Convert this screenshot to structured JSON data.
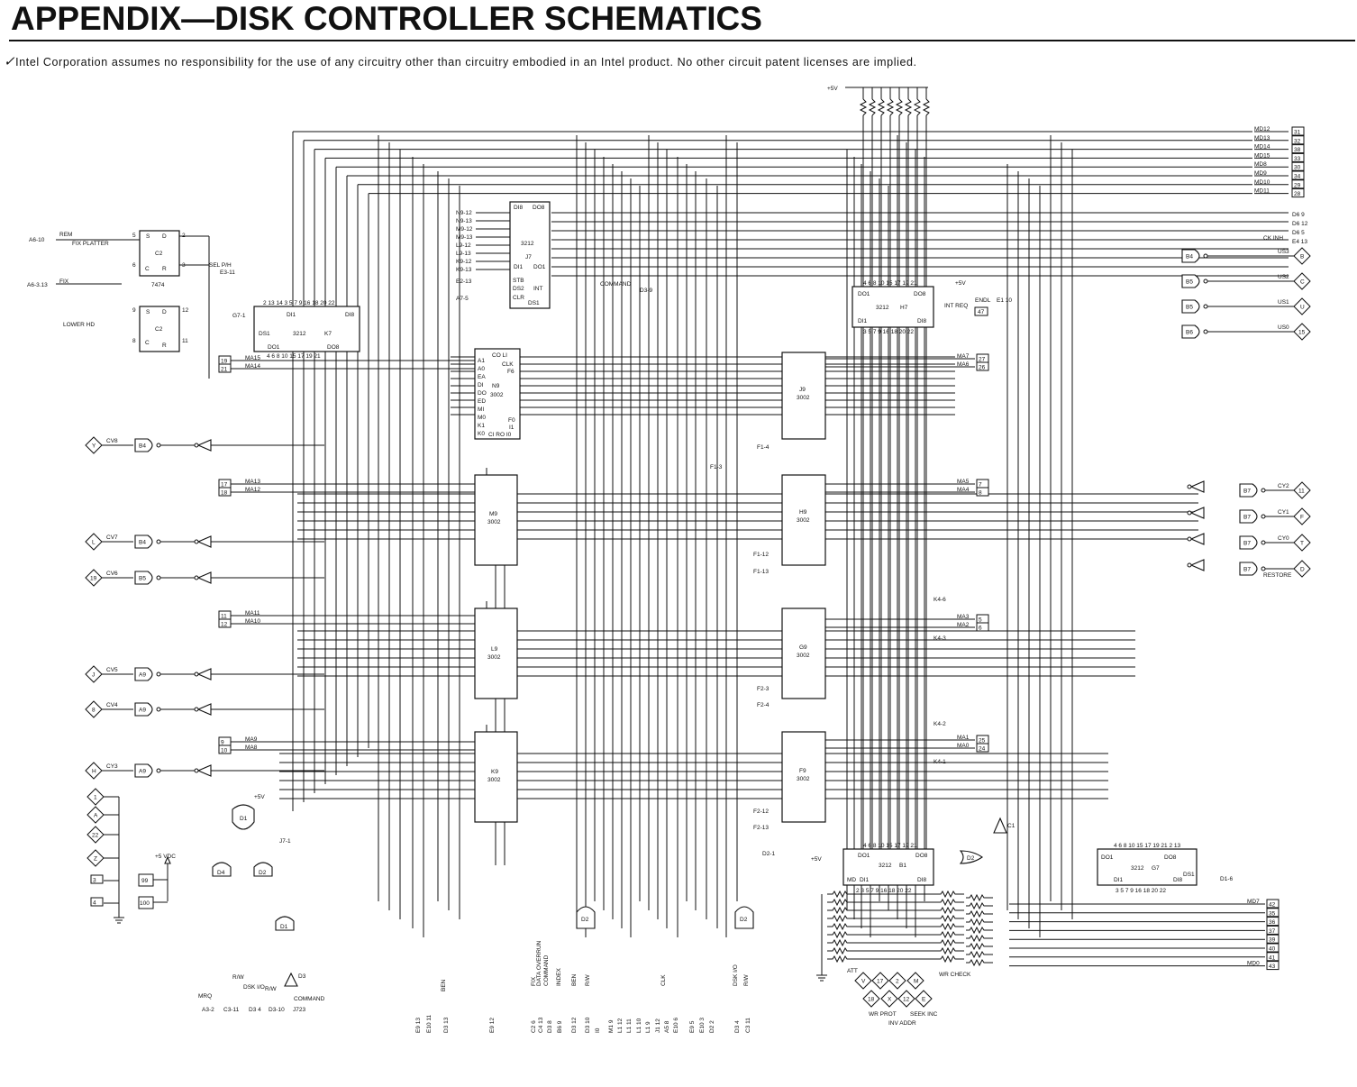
{
  "header": {
    "title": "APPENDIX—DISK CONTROLLER SCHEMATICS",
    "disclaimer": "Intel Corporation assumes no responsibility for the use of any circuitry other than circuitry embodied in an Intel product. No other circuit patent licenses are implied."
  },
  "schematic": {
    "power": {
      "plus5v": "+5V",
      "plus5vdc": "+5 VDC"
    },
    "chips": {
      "k7": {
        "type": "3212",
        "ref": "K7"
      },
      "j7": {
        "type": "3212",
        "ref": "J7"
      },
      "h7": {
        "type": "3212",
        "ref": "H7"
      },
      "b1": {
        "type": "3212",
        "ref": "B1"
      },
      "g7": {
        "type": "3212",
        "ref": "G7"
      },
      "c2": {
        "type": "7474",
        "ref": "C2"
      },
      "n9": {
        "type": "3002",
        "ref": "N9"
      },
      "j9": {
        "type": "3002",
        "ref": "J9"
      },
      "m9": {
        "type": "3002",
        "ref": "M9"
      },
      "l9": {
        "type": "3002",
        "ref": "L9"
      },
      "k9": {
        "type": "3002",
        "ref": "K9"
      },
      "h9": {
        "type": "3002",
        "ref": "H9"
      },
      "g9": {
        "type": "3002",
        "ref": "G9"
      },
      "f9": {
        "type": "3002",
        "ref": "F9"
      }
    },
    "md_bus_top": [
      {
        "label": "MD12",
        "pin": "31"
      },
      {
        "label": "MD13",
        "pin": "32"
      },
      {
        "label": "MD14",
        "pin": "38"
      },
      {
        "label": "MD15",
        "pin": "33"
      },
      {
        "label": "MD8",
        "pin": "30"
      },
      {
        "label": "MD9",
        "pin": "34"
      },
      {
        "label": "MD10",
        "pin": "29"
      },
      {
        "label": "MD11",
        "pin": "28"
      }
    ],
    "right_nets": [
      "D6 9",
      "D6 12",
      "D6 5",
      "CK INH",
      "E4 13"
    ],
    "us_outputs": [
      {
        "label": "US3",
        "conn": "B"
      },
      {
        "label": "US2",
        "conn": "C"
      },
      {
        "label": "US1",
        "conn": "U"
      },
      {
        "label": "US0",
        "conn": "15"
      }
    ],
    "cy_outputs": [
      {
        "label": "CY2",
        "conn": "11"
      },
      {
        "label": "CY1",
        "conn": "F"
      },
      {
        "label": "CY0",
        "conn": "T"
      },
      {
        "label": "RESTORE",
        "conn": "D"
      }
    ],
    "cy_inputs": [
      {
        "conn": "Y",
        "label": "CV8"
      },
      {
        "conn": "L",
        "label": "CV7"
      },
      {
        "conn": "19",
        "label": "CV6"
      },
      {
        "conn": "J",
        "label": "CV5"
      },
      {
        "conn": "8",
        "label": "CV4"
      },
      {
        "conn": "H",
        "label": "CY3"
      }
    ],
    "ma_left": [
      {
        "label": "MA15",
        "pin": "19"
      },
      {
        "label": "MA14",
        "pin": "21"
      },
      {
        "label": "MA13",
        "pin": "17"
      },
      {
        "label": "MA12",
        "pin": "18"
      },
      {
        "label": "MA11",
        "pin": "11"
      },
      {
        "label": "MA10",
        "pin": "12"
      },
      {
        "label": "MA9",
        "pin": "9"
      },
      {
        "label": "MA8",
        "pin": "10"
      }
    ],
    "ma_right": [
      {
        "label": "MA7",
        "pin": "27"
      },
      {
        "label": "MA6",
        "pin": "26"
      },
      {
        "label": "MA5",
        "pin": "7"
      },
      {
        "label": "MA4",
        "pin": "8"
      },
      {
        "label": "MA3",
        "pin": "5"
      },
      {
        "label": "MA2",
        "pin": "6"
      },
      {
        "label": "MA1",
        "pin": "25"
      },
      {
        "label": "MA0",
        "pin": "24"
      }
    ],
    "md_bus_bottom": [
      {
        "label": "MD7",
        "pin": "42"
      },
      {
        "label": "",
        "pin": "35"
      },
      {
        "label": "",
        "pin": "36"
      },
      {
        "label": "",
        "pin": "37"
      },
      {
        "label": "",
        "pin": "39"
      },
      {
        "label": "",
        "pin": "40"
      },
      {
        "label": "",
        "pin": "41"
      },
      {
        "label": "MD0",
        "pin": "43"
      }
    ],
    "left_connectors": [
      "1",
      "A",
      "22",
      "Z",
      "3",
      "4"
    ],
    "power_pins": [
      "99",
      "100"
    ],
    "bottom_labels": [
      "MRQ",
      "R/W",
      "DSK I/O",
      "R/W",
      "COMMAND",
      "BEN",
      "DSK I/O",
      "R/W",
      "WR PROT",
      "SEEK INC",
      "INV ADDR",
      "WR CHECK",
      "ATT"
    ],
    "bottom_nets": [
      "A3-2",
      "C3-11",
      "D3 4",
      "D3-10",
      "J723",
      "E9 13",
      "E10 11",
      "D3 13",
      "E9 12",
      "C2 6",
      "C4 13",
      "D3 8",
      "B6 9",
      "D3 12",
      "D3 10",
      "I0",
      "M1 9",
      "L1 12",
      "L1 11",
      "L1 10",
      "L1 9",
      "J1 12",
      "A5 8",
      "E10 6",
      "E9 5",
      "E10 3",
      "D2 2",
      "D3 4",
      "C3 11"
    ],
    "misc_labels": [
      "REM",
      "FIX PLATTER",
      "FIX",
      "LOWER HD",
      "SEL P/H",
      "E3-11",
      "A6-10",
      "A6-3.13",
      "G7-1",
      "COMMAND",
      "D3-9",
      "ENDL",
      "E1 10",
      "INT REQ",
      "F1-3",
      "F1-4",
      "F1-12",
      "F1-13",
      "F2-3",
      "F2-4",
      "F2-12",
      "F2-13",
      "K4-6",
      "K4-3",
      "K4-2",
      "K4-1",
      "D2-1",
      "D1-6",
      "J7-1",
      "A7-5",
      "E2-13",
      "DATA OVERRUN",
      "INDEX",
      "CLK"
    ]
  }
}
